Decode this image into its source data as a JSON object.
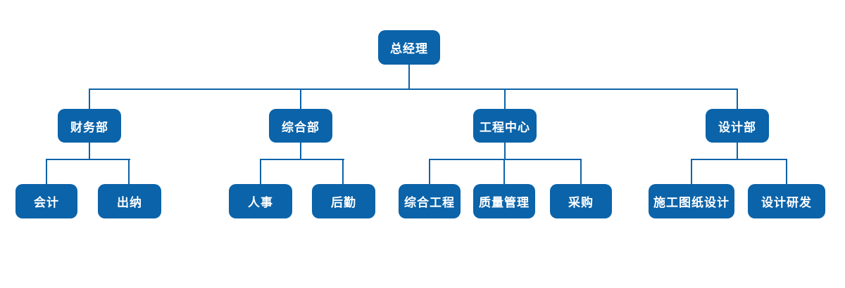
{
  "page": {
    "background": "#ffffff"
  },
  "colors": {
    "node_background": "#0b63a9",
    "node_text": "#ffffff",
    "connector": "#0b63a9"
  },
  "org": {
    "root": {
      "label": "总经理"
    },
    "departments": [
      {
        "label": "财务部",
        "children": [
          {
            "label": "会计"
          },
          {
            "label": "出纳"
          }
        ]
      },
      {
        "label": "综合部",
        "children": [
          {
            "label": "人事"
          },
          {
            "label": "后勤"
          }
        ]
      },
      {
        "label": "工程中心",
        "children": [
          {
            "label": "综合工程"
          },
          {
            "label": "质量管理"
          },
          {
            "label": "采购"
          }
        ]
      },
      {
        "label": "设计部",
        "children": [
          {
            "label": "施工图纸设计"
          },
          {
            "label": "设计研发"
          }
        ]
      }
    ]
  }
}
